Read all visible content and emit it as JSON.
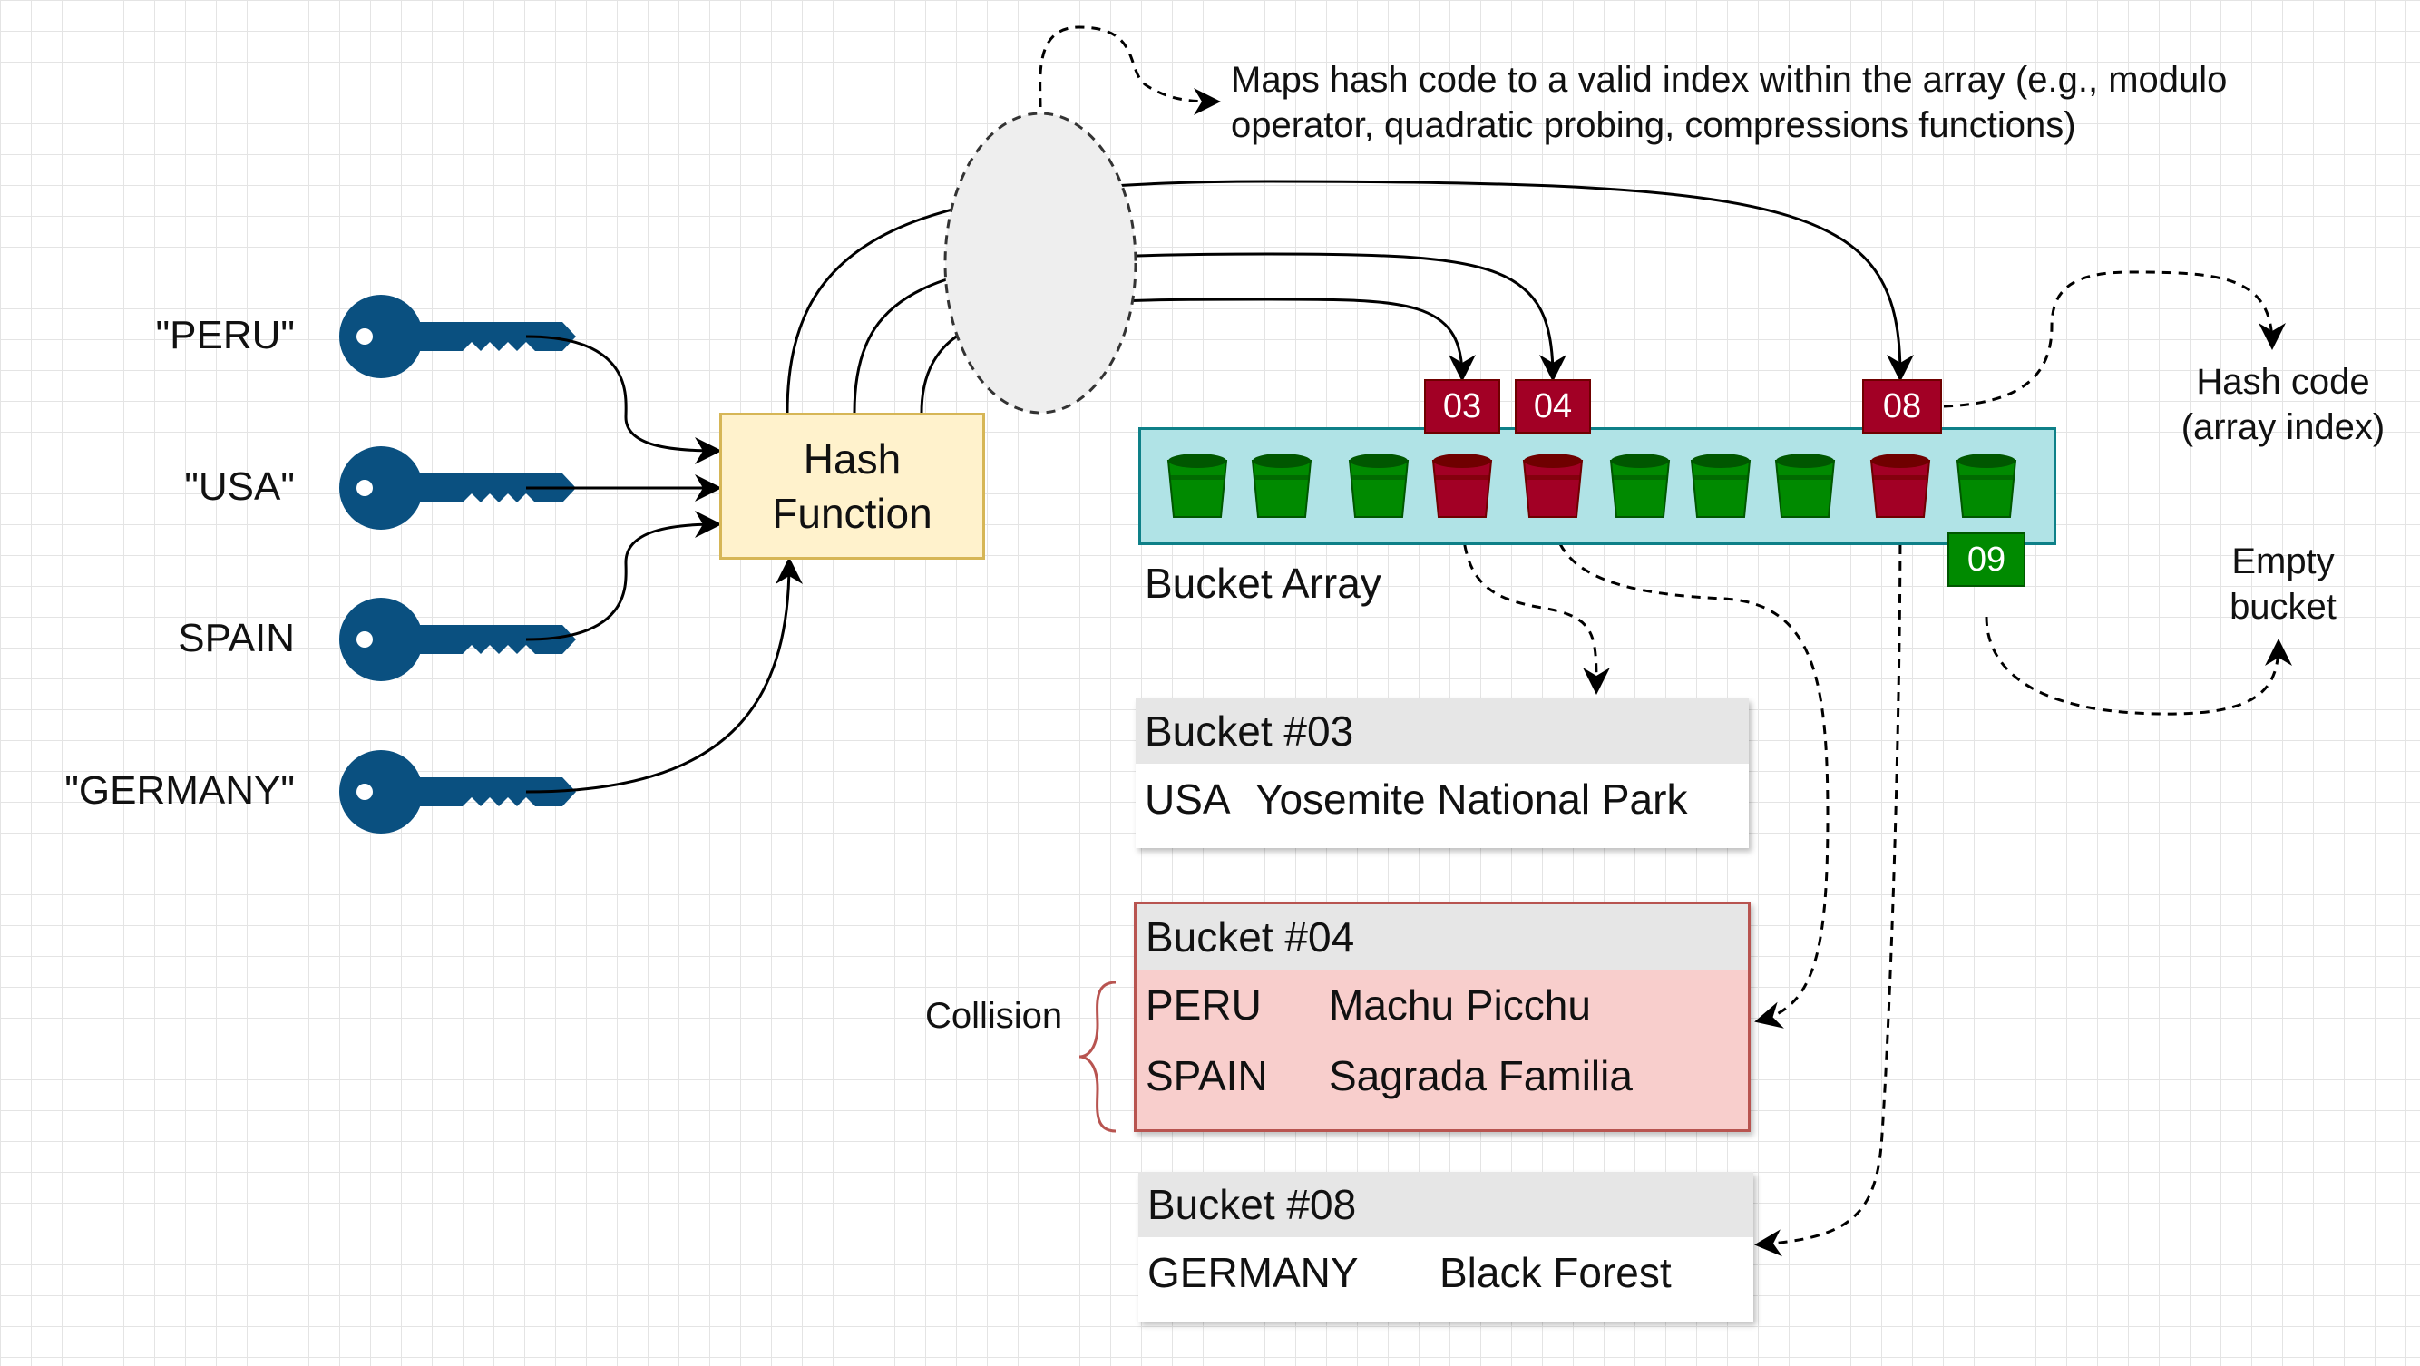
{
  "keys": [
    "\"PERU\"",
    "\"USA\"",
    "SPAIN",
    "\"GERMANY\""
  ],
  "hash_function": {
    "line1": "Hash",
    "line2": "Function"
  },
  "compression_note": {
    "line1": "Maps hash code to a valid index within the array (e.g., modulo",
    "line2": "operator, quadratic probing, compressions functions)"
  },
  "bucket_array": {
    "label": "Bucket Array",
    "bucket_count": 10,
    "bucket_states": [
      "empty",
      "empty",
      "empty",
      "used",
      "used",
      "empty",
      "empty",
      "empty",
      "used",
      "empty"
    ],
    "colors": {
      "empty": "#008a00",
      "used": "#a20025",
      "array_fill": "#b0e3e6",
      "array_border": "#0e8088"
    }
  },
  "index_badges": {
    "i03": "03",
    "i04": "04",
    "i08": "08",
    "i09": "09"
  },
  "annotations": {
    "hash_code_line1": "Hash code",
    "hash_code_line2": "(array index)",
    "empty_line1": "Empty",
    "empty_line2": "bucket",
    "collision": "Collision"
  },
  "buckets": {
    "b03": {
      "title": "Bucket #03",
      "rows": [
        {
          "key": "USA",
          "value": "Yosemite National Park"
        }
      ]
    },
    "b04": {
      "title": "Bucket #04",
      "rows": [
        {
          "key": "PERU",
          "value": "Machu Picchu"
        },
        {
          "key": "SPAIN",
          "value": "Sagrada Familia"
        }
      ]
    },
    "b08": {
      "title": "Bucket #08",
      "rows": [
        {
          "key": "GERMANY",
          "value": "Black Forest"
        }
      ]
    }
  }
}
